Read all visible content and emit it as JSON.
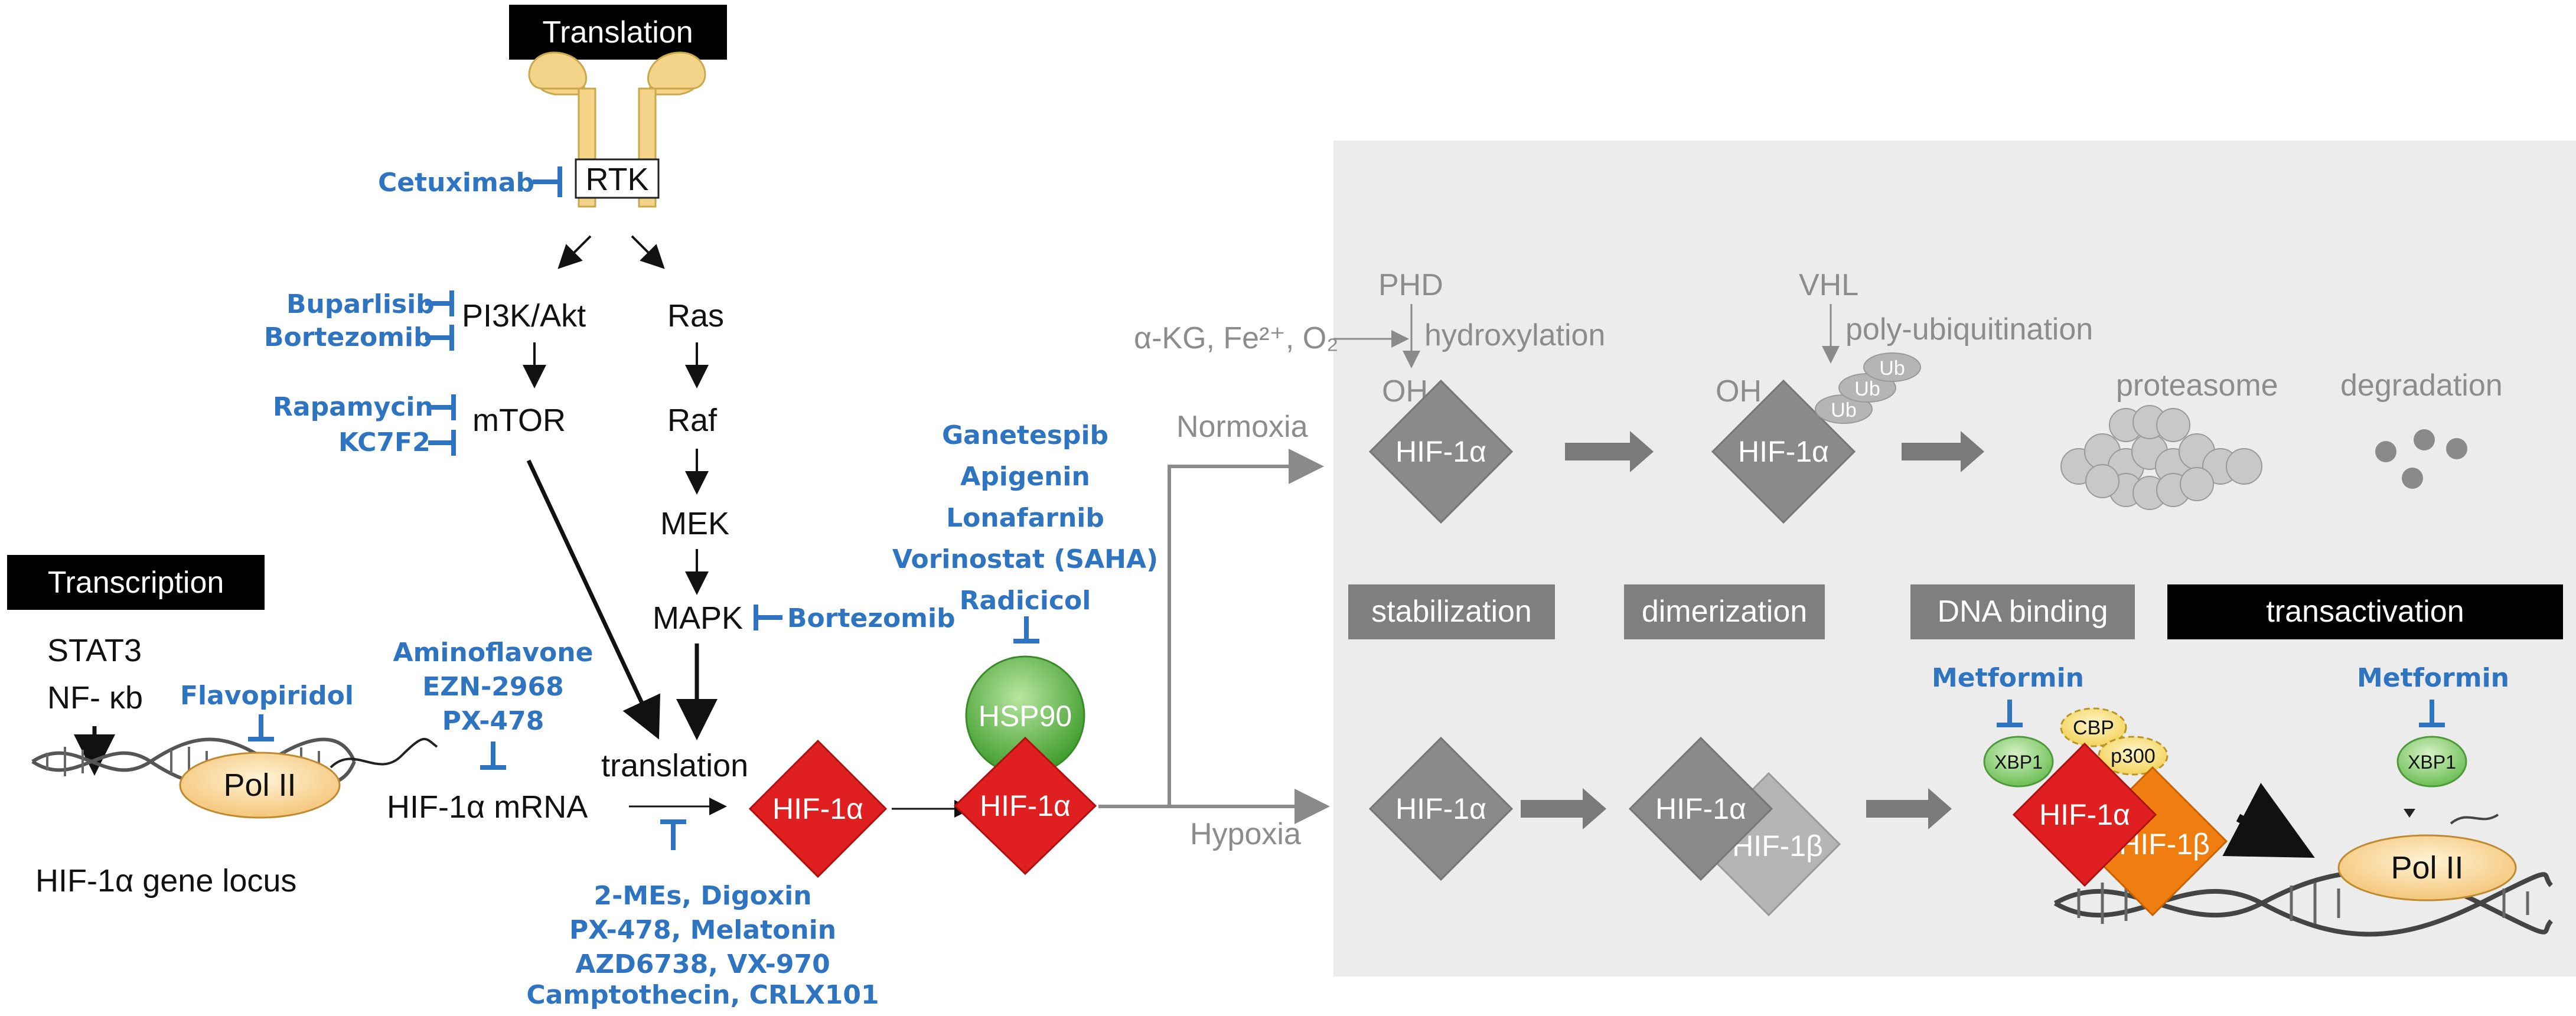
{
  "headers": {
    "translation": "Translation",
    "transcription": "Transcription"
  },
  "left": {
    "rtk": "RTK",
    "cetuximab": "Cetuximab",
    "pi3k": "PI3K/Akt",
    "ras": "Ras",
    "raf": "Raf",
    "mek": "MEK",
    "mapk": "MAPK",
    "mtor": "mTOR",
    "buparlisib": "Buparlisib",
    "bortezomib_pi3k": "Bortezomib",
    "rapamycin": "Rapamycin",
    "kc7f2": "KC7F2",
    "bortezomib_mapk": "Bortezomib",
    "stat3": "STAT3",
    "nfkb": "NF- κb",
    "flavopiridol": "Flavopiridol",
    "pol2": "Pol II",
    "gene_locus": "HIF-1α gene locus",
    "mrna_drugs": [
      "Aminoflavone",
      "EZN-2968",
      "PX-478"
    ],
    "mrna": "HIF-1α mRNA",
    "translation_word": "translation",
    "hif1a": "HIF-1α",
    "translation_drugs": [
      "2-MEs, Digoxin",
      "PX-478, Melatonin",
      "AZD6738, VX-970",
      "Camptothecin, CRLX101"
    ],
    "hsp90_drugs": [
      "Ganetespib",
      "Apigenin",
      "Lonafarnib",
      "Vorinostat (SAHA)",
      "Radicicol"
    ],
    "hsp90": "HSP90",
    "hif1a_hsp": "HIF-1α"
  },
  "normoxia": {
    "label": "Normoxia",
    "phd": "PHD",
    "cofactors": "α-KG, Fe²⁺, O₂",
    "hydroxylation": "hydroxylation",
    "oh1": "OH",
    "hif1a_1": "HIF-1α",
    "vhl": "VHL",
    "poly_ub": "poly-ubiquitination",
    "oh2": "OH",
    "hif1a_2": "HIF-1α",
    "ub": "Ub",
    "proteasome": "proteasome",
    "degradation": "degradation"
  },
  "hypoxia": {
    "label": "Hypoxia",
    "stabilization": "stabilization",
    "dimerization": "dimerization",
    "dna_binding": "DNA binding",
    "transactivation": "transactivation",
    "metformin1": "Metformin",
    "metformin2": "Metformin",
    "xbp1_1": "XBP1",
    "xbp1_2": "XBP1",
    "cbp": "CBP",
    "p300": "p300",
    "hif1a_a": "HIF-1α",
    "hif1a_b": "HIF-1α",
    "hif1b_b": "HIF-1β",
    "hif1a_c": "HIF-1α",
    "hif1b_c": "HIF-1β",
    "pol2": "Pol II"
  },
  "colors": {
    "drug_blue": "#2e74c0",
    "hif_red": "#e02020",
    "hif1b_orange": "#f07d10",
    "hsp90_green": "#55b040",
    "panel_gray": "#ededed",
    "box_gray": "#7f7f7f"
  }
}
